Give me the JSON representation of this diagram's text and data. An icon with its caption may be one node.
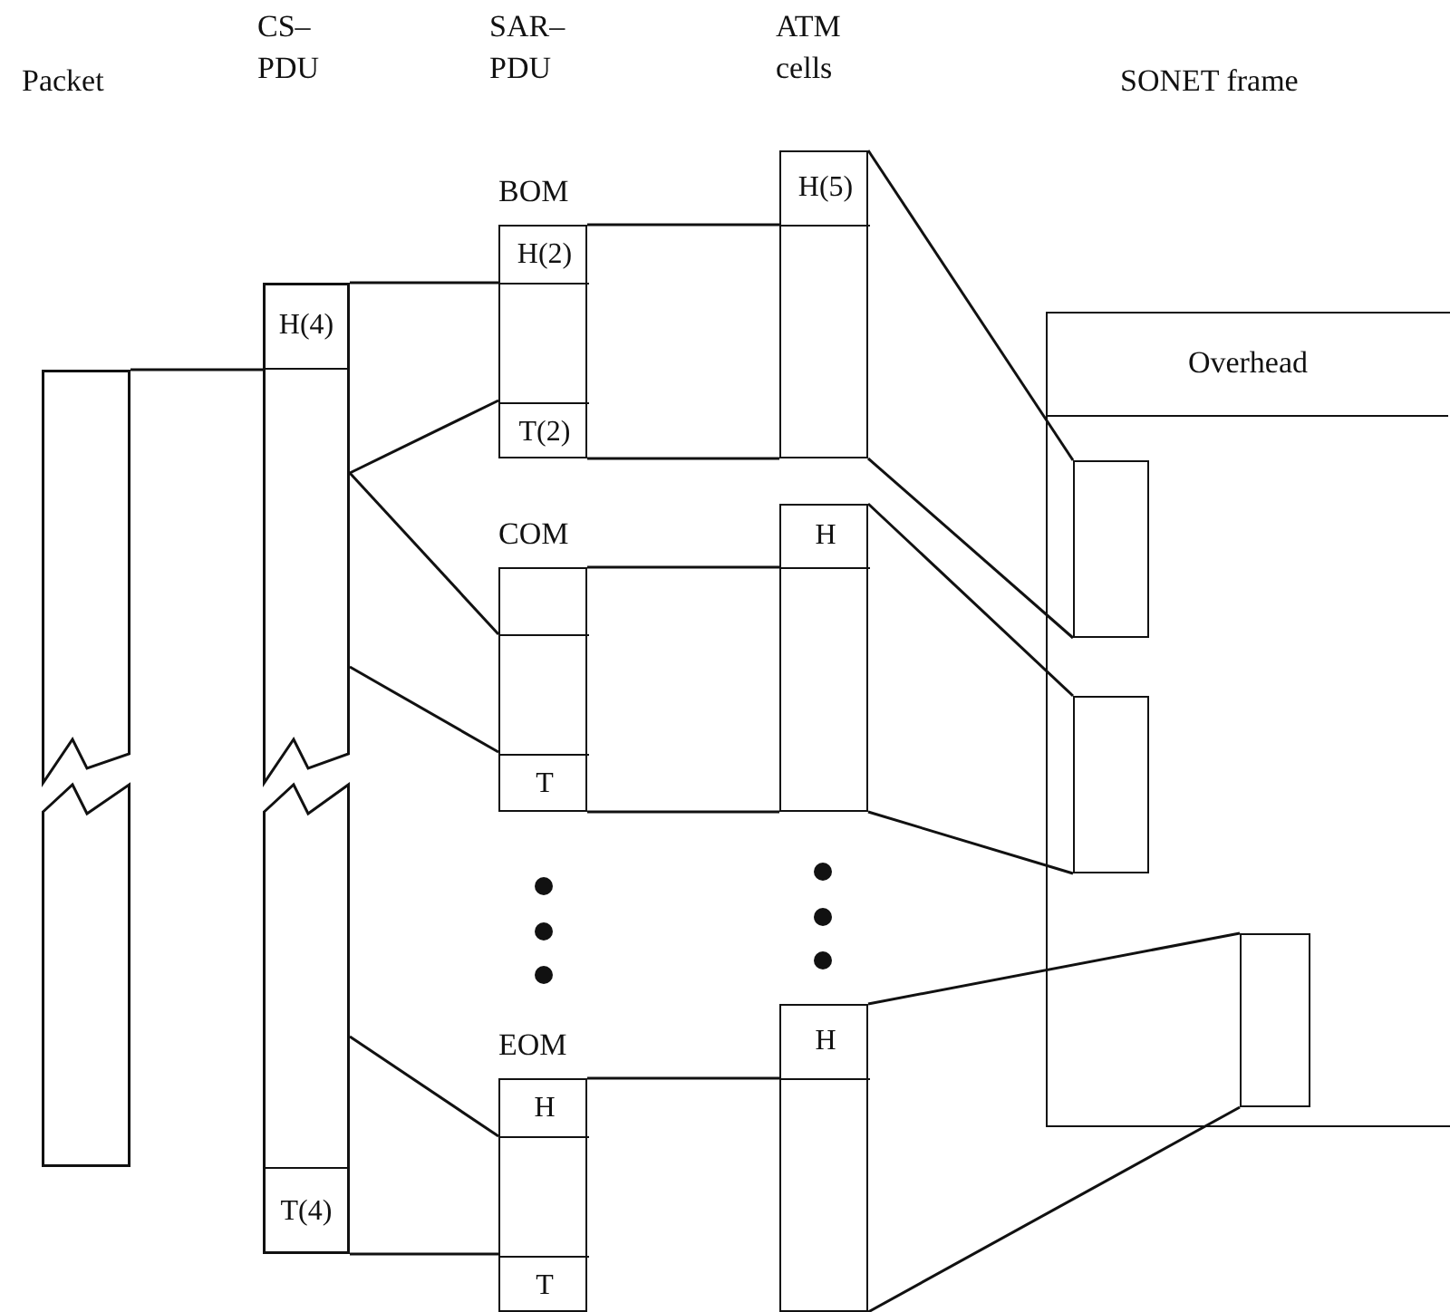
{
  "diagram": {
    "nodes": [
      {
        "text": [],
        "shape": "bar"
      },
      {
        "text": [],
        "shape": "bar"
      },
      {
        "text": [
          "H(4)"
        ],
        "in": 1
      },
      {
        "text": [
          "T(4)"
        ],
        "in": 1
      },
      {
        "text": [
          "BOM"
        ]
      },
      {
        "text": [
          "H(2)"
        ],
        "in": 4
      },
      {
        "text": [
          "T(2)"
        ],
        "in": 4
      },
      {
        "text": [
          "COM"
        ]
      },
      {
        "text": [],
        "shape": "box",
        "in": 7
      },
      {
        "text": [
          "T"
        ],
        "in": 7
      },
      {
        "text": [
          "EOM"
        ]
      },
      {
        "text": [
          "H"
        ],
        "in": 10
      },
      {
        "text": [
          "T"
        ],
        "in": 10
      },
      {
        "text": [],
        "shape": "box"
      },
      {
        "text": [
          "H(5)"
        ],
        "in": 13
      },
      {
        "text": [],
        "shape": "box"
      },
      {
        "text": [
          "H"
        ],
        "in": 15
      },
      {
        "text": [],
        "shape": "box"
      },
      {
        "text": [
          "H"
        ],
        "in": 17
      },
      {
        "text": [],
        "shape": "box"
      },
      {
        "text": [
          "Overhead"
        ],
        "in": 19
      },
      {
        "text": [],
        "shape": "box",
        "in": 19
      },
      {
        "text": [],
        "shape": "box",
        "in": 19
      },
      {
        "text": [],
        "shape": "box",
        "in": 19
      }
    ],
    "edges": [
      {
        "from": 0,
        "to": 1,
        "arrow": "none"
      },
      {
        "from": 1,
        "to": 4,
        "arrow": "none"
      },
      {
        "from": 1,
        "to": 4,
        "arrow": "none"
      },
      {
        "from": 1,
        "to": 7,
        "arrow": "none"
      },
      {
        "from": 1,
        "to": 7,
        "arrow": "none"
      },
      {
        "from": 1,
        "to": 10,
        "arrow": "none"
      },
      {
        "from": 1,
        "to": 10,
        "arrow": "none"
      },
      {
        "from": 4,
        "to": 13,
        "arrow": "none"
      },
      {
        "from": 4,
        "to": 13,
        "arrow": "none"
      },
      {
        "from": 7,
        "to": 15,
        "arrow": "none"
      },
      {
        "from": 7,
        "to": 15,
        "arrow": "none"
      },
      {
        "from": 10,
        "to": 17,
        "arrow": "none"
      },
      {
        "from": 13,
        "to": 21,
        "arrow": "none"
      },
      {
        "from": 13,
        "to": 21,
        "arrow": "none"
      },
      {
        "from": 15,
        "to": 22,
        "arrow": "none"
      },
      {
        "from": 15,
        "to": 22,
        "arrow": "none"
      },
      {
        "from": 17,
        "to": 23,
        "arrow": "none"
      },
      {
        "from": 17,
        "to": 23,
        "arrow": "none"
      }
    ],
    "labels": [
      "Packet",
      "CS– PDU",
      "SAR– PDU",
      "ATM cells",
      "SONET frame"
    ]
  }
}
